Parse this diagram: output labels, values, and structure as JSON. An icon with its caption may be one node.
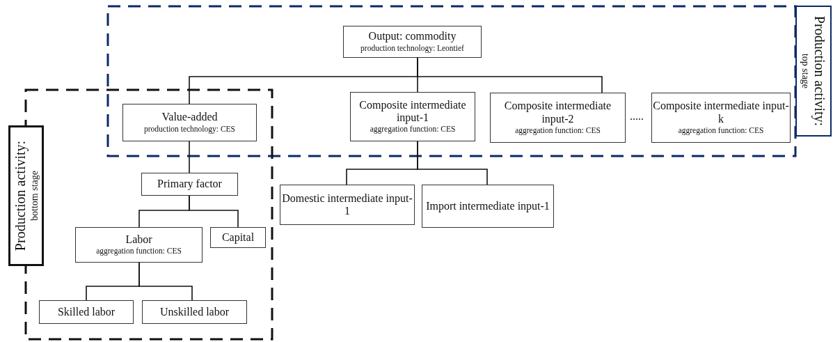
{
  "diagram": {
    "nodes": [
      {
        "text": [
          "Output: commodity",
          "production technology: Leontief"
        ]
      },
      {
        "text": [
          "Value-added",
          "production technology: CES"
        ]
      },
      {
        "text": [
          "Composite intermediate input-1",
          "aggregation function: CES"
        ]
      },
      {
        "text": [
          "Composite intermediate input-2",
          "aggregation function: CES"
        ]
      },
      {
        "text": [
          "Composite intermediate input-k",
          "aggregation function: CES"
        ]
      },
      {
        "text": [
          "Primary factor"
        ]
      },
      {
        "text": [
          "Domestic intermediate input-1"
        ]
      },
      {
        "text": [
          "Import intermediate input-1"
        ]
      },
      {
        "text": [
          "Labor",
          "aggregation function: CES"
        ]
      },
      {
        "text": [
          "Capital"
        ]
      },
      {
        "text": [
          "Skilled labor"
        ]
      },
      {
        "text": [
          "Unskilled labor"
        ]
      },
      {
        "text": [
          "Production activity:",
          "top stage"
        ]
      },
      {
        "text": [
          "Production activity:",
          "bottom stage"
        ]
      }
    ],
    "edges": [
      {
        "from": 0,
        "to": 1,
        "arrow": "none"
      },
      {
        "from": 0,
        "to": 2,
        "arrow": "none"
      },
      {
        "from": 0,
        "to": 3,
        "arrow": "none"
      },
      {
        "from": 1,
        "to": 5,
        "arrow": "none"
      },
      {
        "from": 2,
        "to": 6,
        "arrow": "none"
      },
      {
        "from": 2,
        "to": 7,
        "arrow": "none"
      },
      {
        "from": 5,
        "to": 8,
        "arrow": "none"
      },
      {
        "from": 5,
        "to": 9,
        "arrow": "none"
      },
      {
        "from": 8,
        "to": 10,
        "arrow": "none"
      },
      {
        "from": 8,
        "to": 11,
        "arrow": "none"
      }
    ],
    "labels": [
      "....."
    ]
  }
}
